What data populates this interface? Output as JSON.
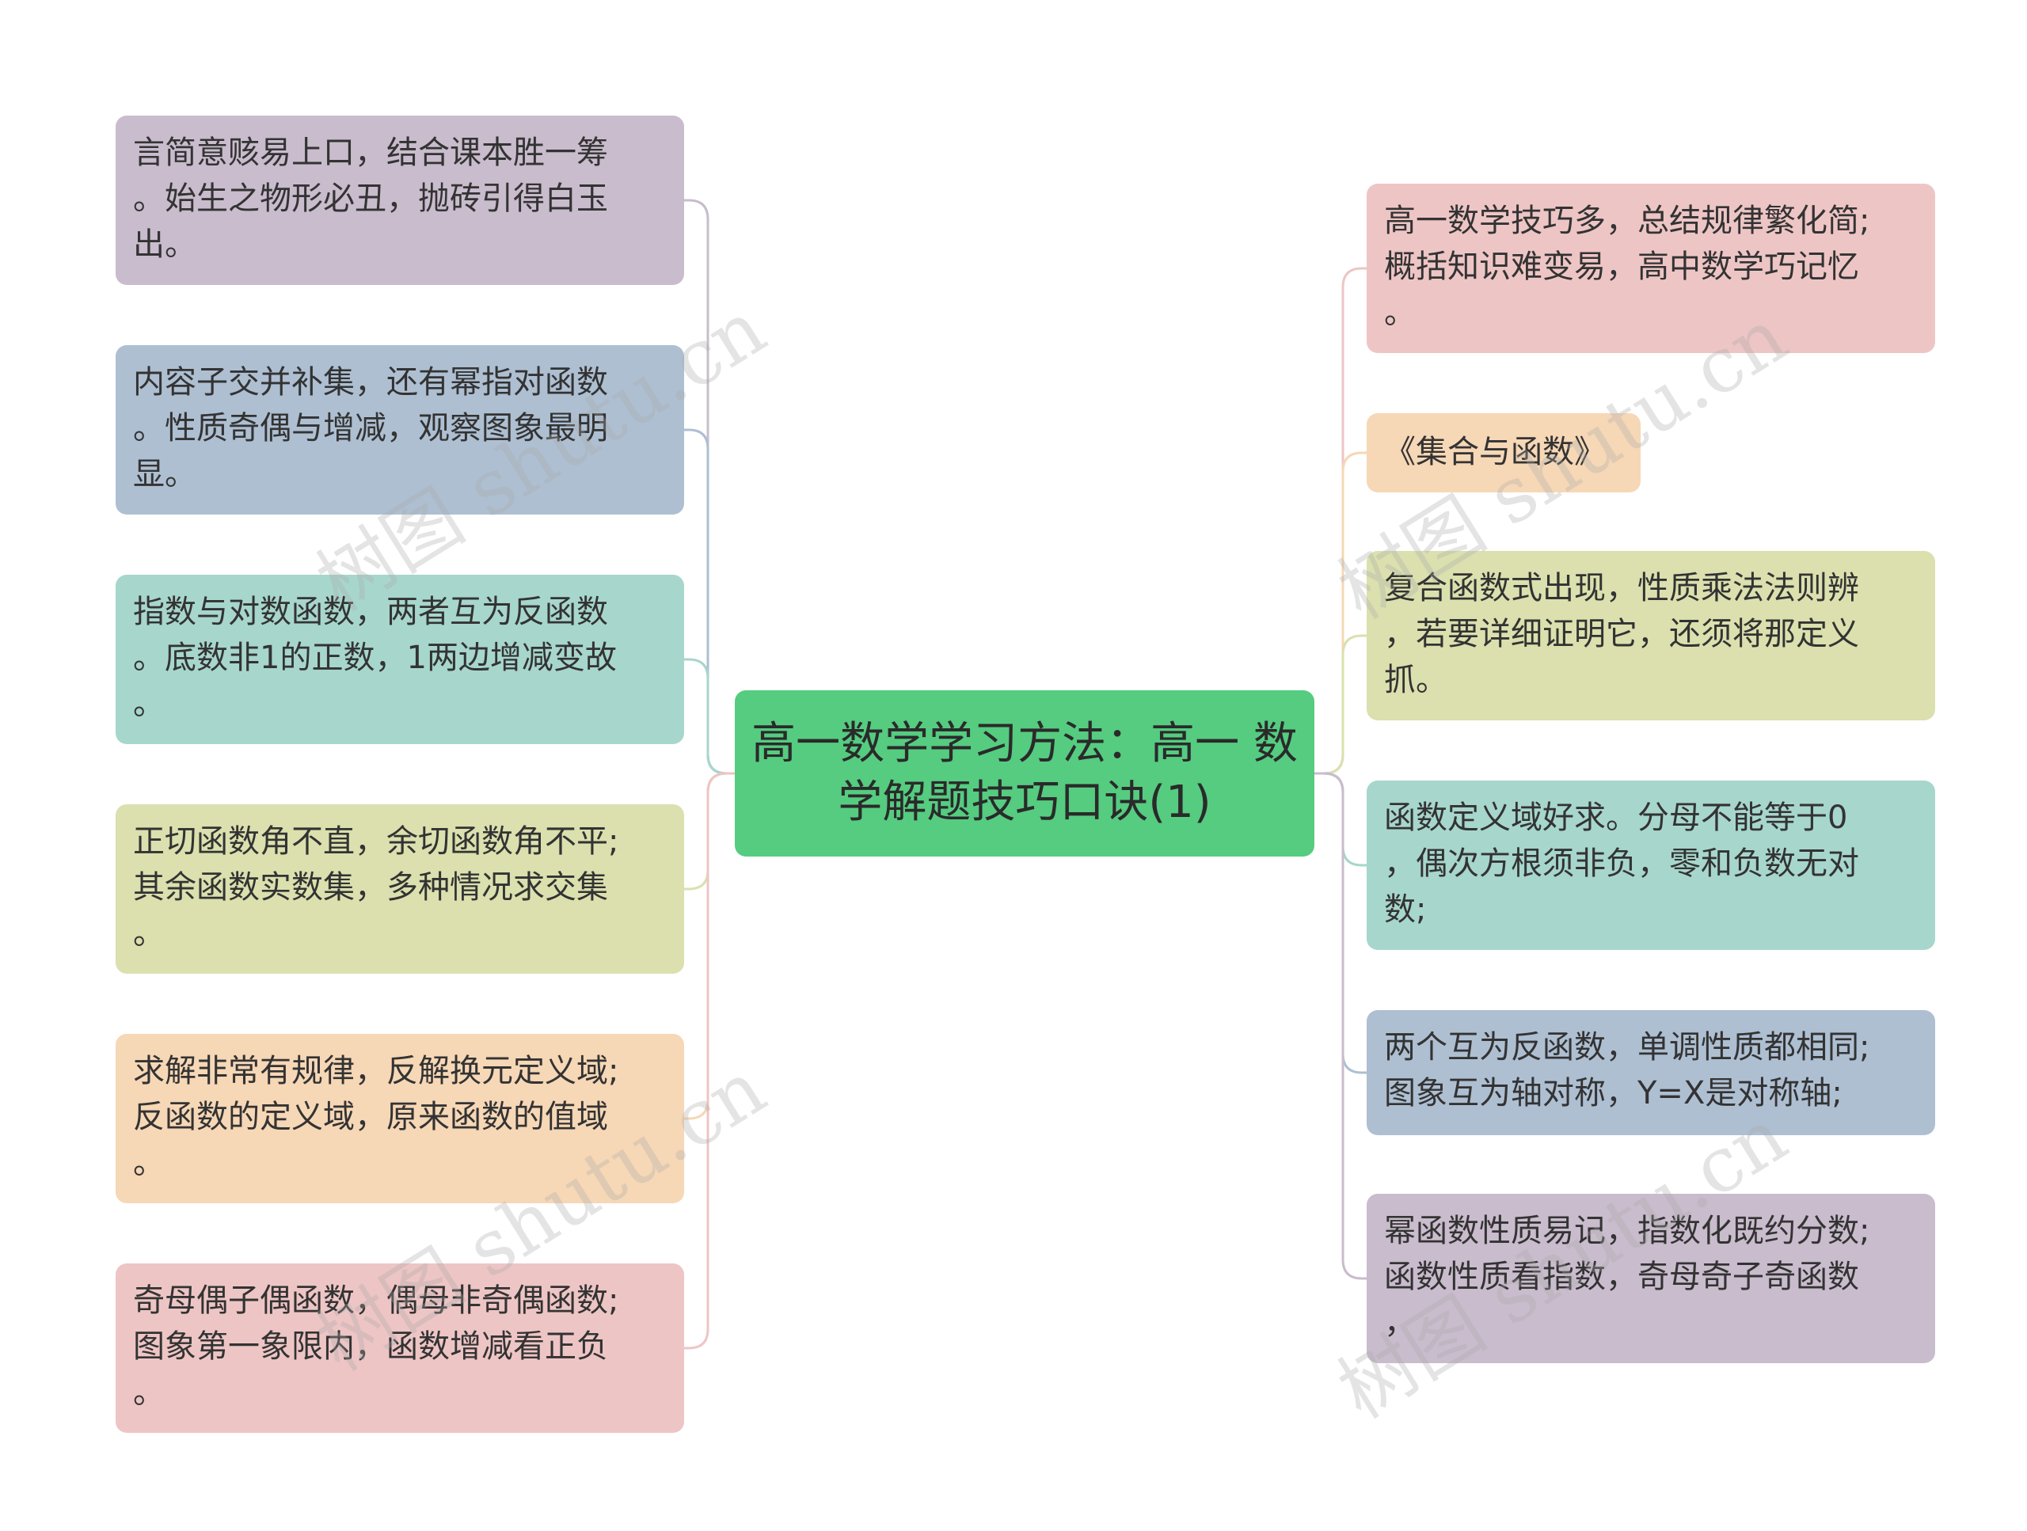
{
  "center": {
    "text": "高一数学学习方法：高一\n数学解题技巧口诀(1)",
    "color": "#55cc80"
  },
  "watermark": "树图 shutu.cn",
  "left": [
    {
      "text": "言简意赅易上口，结合课本胜一筹\n。始生之物形必丑，抛砖引得白玉\n出。",
      "color": "#c9bccd",
      "line": "#c9bccd"
    },
    {
      "text": "内容子交并补集，还有幂指对函数\n。性质奇偶与增减，观察图象最明\n显。",
      "color": "#aebfd2",
      "line": "#aebfd2"
    },
    {
      "text": "指数与对数函数，两者互为反函数\n。底数非1的正数，1两边增减变故\n。",
      "color": "#a7d6cc",
      "line": "#a7d6cc"
    },
    {
      "text": "正切函数角不直，余切函数角不平;\n其余函数实数集，多种情况求交集\n。",
      "color": "#dbe0ae",
      "line": "#dbe0ae"
    },
    {
      "text": "求解非常有规律，反解换元定义域;\n反函数的定义域，原来函数的值域\n。",
      "color": "#f6d7b6",
      "line": "#f6d7b6"
    },
    {
      "text": "奇母偶子偶函数，偶母非奇偶函数;\n图象第一象限内，函数增减看正负\n。",
      "color": "#eec5c5",
      "line": "#eec5c5"
    }
  ],
  "right": [
    {
      "text": "高一数学技巧多，总结规律繁化简;\n概括知识难变易，高中数学巧记忆\n。",
      "color": "#eec5c5",
      "line": "#eec5c5"
    },
    {
      "text": "《集合与函数》",
      "color": "#f6d7b6",
      "line": "#f6d7b6"
    },
    {
      "text": "复合函数式出现，性质乘法法则辨\n，若要详细证明它，还须将那定义\n抓。",
      "color": "#dbe0ae",
      "line": "#dbe0ae"
    },
    {
      "text": "函数定义域好求。分母不能等于0\n，偶次方根须非负，零和负数无对\n数;",
      "color": "#a7d6cc",
      "line": "#a7d6cc"
    },
    {
      "text": "两个互为反函数，单调性质都相同;\n图象互为轴对称，Y=X是对称轴;",
      "color": "#aebfd2",
      "line": "#aebfd2"
    },
    {
      "text": "幂函数性质易记，指数化既约分数;\n函数性质看指数，奇母奇子奇函数\n，",
      "color": "#c9bccd",
      "line": "#c9bccd"
    }
  ]
}
